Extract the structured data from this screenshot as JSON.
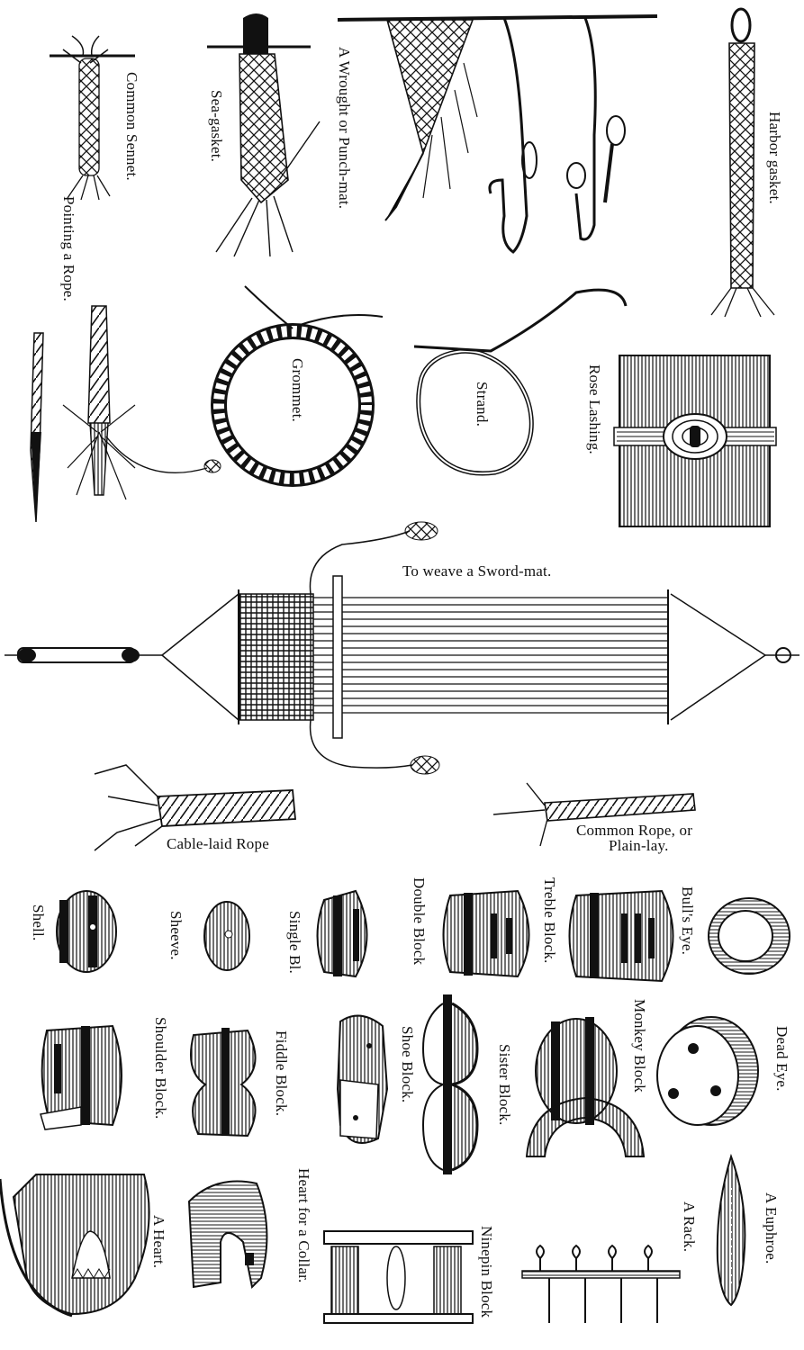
{
  "labels": {
    "common_sennet": "Common Sennet.",
    "pointing_a_rope": "Pointing a Rope.",
    "sea_gasket": "Sea-gasket.",
    "punch_mat": "A Wrought or Punch-mat.",
    "harbor_gasket": "Harbor gasket.",
    "grommet": "Grommet.",
    "strand": "Strand.",
    "rose_lashing": "Rose Lashing.",
    "sword_mat": "To weave a Sword-mat.",
    "cable_laid_rope": "Cable-laid Rope",
    "common_rope_line1": "Common Rope, or",
    "common_rope_line2": "Plain-lay.",
    "shell": "Shell.",
    "sheeve": "Sheeve.",
    "single_block": "Single Bl.",
    "double_block": "Double Block",
    "treble_block": "Treble Block.",
    "bulls_eye": "Bull's Eye.",
    "shoulder_block": "Shoulder Block.",
    "fiddle_block": "Fiddle Block.",
    "shoe_block": "Shoe Block.",
    "sister_block": "Sister Block.",
    "monkey_block": "Monkey Block",
    "dead_eye": "Dead Eye.",
    "a_heart": "A Heart.",
    "heart_for_collar": "Heart for a Collar.",
    "ninepin_block": "Ninepin Block",
    "a_rack": "A Rack.",
    "a_euphroe": "A Euphroe."
  },
  "colors": {
    "ink": "#111111",
    "paper": "#ffffff"
  }
}
